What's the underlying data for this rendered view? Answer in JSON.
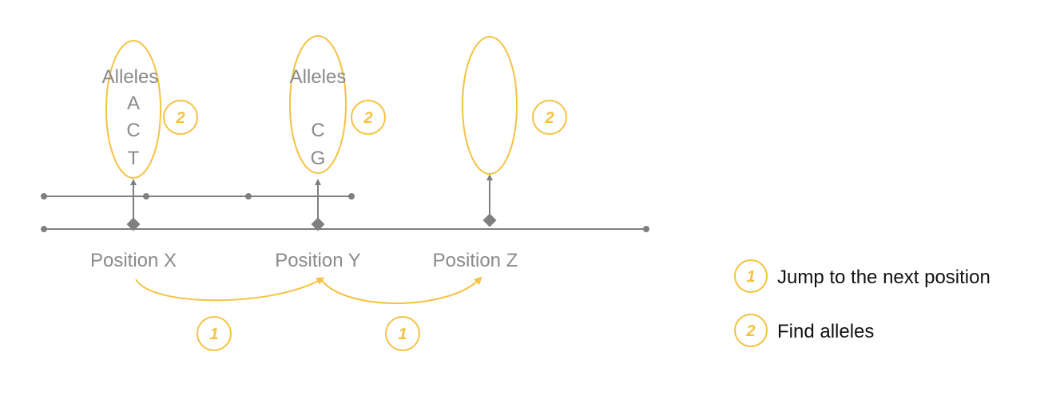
{
  "colors": {
    "accent": "#F5C242",
    "line": "#7f7f7f",
    "text": "#8a8a8a",
    "legend_text": "#111111"
  },
  "positions": [
    {
      "label": "Position X",
      "alleles_title": "Alleles",
      "alleles": [
        "A",
        "C",
        "T"
      ],
      "step": "2"
    },
    {
      "label": "Position Y",
      "alleles_title": "Alleles",
      "alleles": [
        "C",
        "G"
      ],
      "step": "2"
    },
    {
      "label": "Position Z",
      "alleles_title": "",
      "alleles": [],
      "step": "2"
    }
  ],
  "jumps": [
    {
      "step": "1"
    },
    {
      "step": "1"
    }
  ],
  "legend": [
    {
      "step": "1",
      "text": "Jump to the next position"
    },
    {
      "step": "2",
      "text": "Find alleles"
    }
  ]
}
